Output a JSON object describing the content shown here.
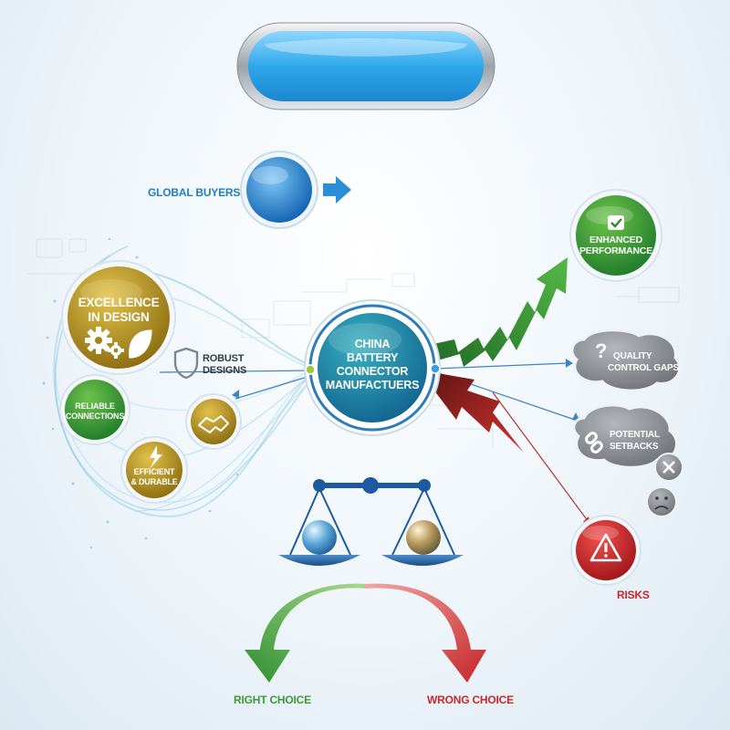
{
  "header": {
    "title": ""
  },
  "buyers": {
    "label": "GLOBAL BUYERS"
  },
  "center": {
    "line1": "CHINA",
    "line2": "BATTERY",
    "line3": "CONNECTOR",
    "line4": "MANUFACTUERS"
  },
  "excellence": {
    "line1": "EXCELLENCE",
    "line2": "IN DESIGN"
  },
  "robust": {
    "line1": "ROBUST",
    "line2": "DESIGNS"
  },
  "reliable": {
    "line1": "RELIABLE",
    "line2": "CONNECTIONS"
  },
  "efficient": {
    "line1": "EFFICIENT",
    "line2": "& DURABLE"
  },
  "enhanced": {
    "line1": "ENHANCED",
    "line2": "PERFORMANCE"
  },
  "quality": {
    "line1": "QUALITY",
    "line2": "CONTROL GAPS"
  },
  "setbacks": {
    "line1": "POTENTIAL",
    "line2": "SETBACKS"
  },
  "risks": {
    "label": "RISKS"
  },
  "choices": {
    "right": "RIGHT CHOICE",
    "wrong": "WRONG CHOICE"
  },
  "colors": {
    "blue": "#1d7fc4",
    "green": "#3f9a38",
    "red": "#c8282d",
    "gold": "#b8921c",
    "gray": "#7a7d82",
    "teal": "#1e8e9a"
  },
  "icons": [
    "check-icon",
    "question-icon",
    "broken-link-icon",
    "close-icon",
    "sad-face-icon",
    "warning-icon",
    "gear-icon",
    "leaf-icon",
    "shield-icon",
    "handshake-icon",
    "bolt-icon",
    "scales-icon"
  ]
}
